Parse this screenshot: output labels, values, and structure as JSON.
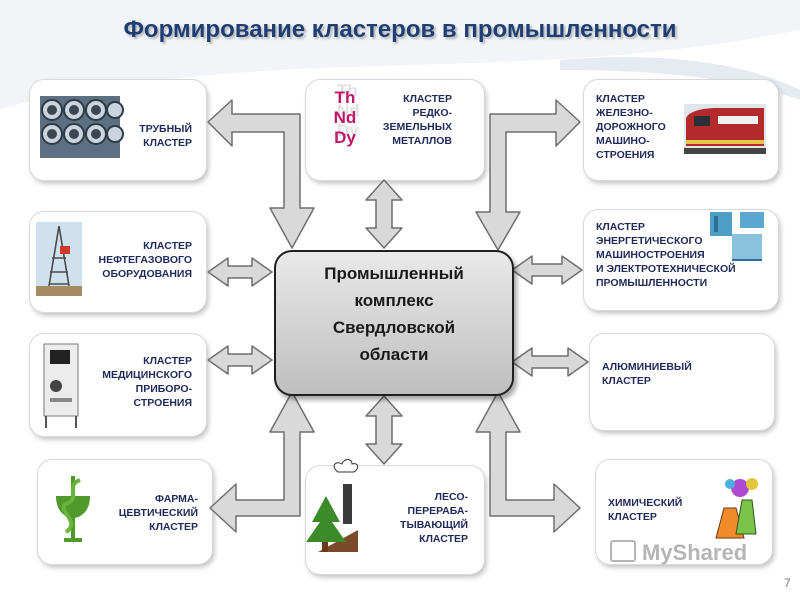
{
  "title": "Формирование кластеров в промышленности",
  "center": {
    "lines": [
      "Промышленный",
      "комплекс",
      "Свердловской",
      "области"
    ]
  },
  "clusters": {
    "pipe": [
      "ТРУБНЫЙ",
      "КЛАСТЕР"
    ],
    "ree": [
      "КЛАСТЕР",
      "РЕДКО-",
      "ЗЕМЕЛЬНЫХ",
      "МЕТАЛЛОВ"
    ],
    "rail": [
      "КЛАСТЕР",
      "ЖЕЛЕЗНО-",
      "ДОРОЖНОГО",
      "МАШИНО-",
      "СТРОЕНИЯ"
    ],
    "oil": [
      "КЛАСТЕР",
      "НЕФТЕГАЗОВОГО",
      "ОБОРУДОВАНИЯ"
    ],
    "energy": [
      "КЛАСТЕР",
      "ЭНЕРГЕТИЧЕСКОГО",
      "МАШИНОСТРОЕНИЯ",
      "И ЭЛЕКТРОТЕХНИЧЕСКОЙ",
      "ПРОМЫШЛЕННОСТИ"
    ],
    "medical": [
      "КЛАСТЕР",
      "МЕДИЦИНСКОГО",
      "ПРИБОРО-",
      "СТРОЕНИЯ"
    ],
    "aluminum": [
      "АЛЮМИНИЕВЫЙ",
      "КЛАСТЕР"
    ],
    "pharma": [
      "ФАРМА-",
      "ЦЕВТИЧЕСКИЙ",
      "КЛАСТЕР"
    ],
    "wood": [
      "ЛЕСО-",
      "ПЕРЕРАБА-",
      "ТЫВАЮЩИЙ",
      "КЛАСТЕР"
    ],
    "chem": [
      "ХИМИЧЕСКИЙ",
      "КЛАСТЕР"
    ]
  },
  "ree_symbols": [
    "Th",
    "Nd",
    "Dy"
  ],
  "watermark": "MyShared",
  "page_number": "7",
  "colors": {
    "title": "#1e3f73",
    "label": "#1f2a5a",
    "arrow_fill": "#d9d9d9",
    "arrow_stroke": "#6f6f6f",
    "element_symbols": "#c0166a"
  }
}
